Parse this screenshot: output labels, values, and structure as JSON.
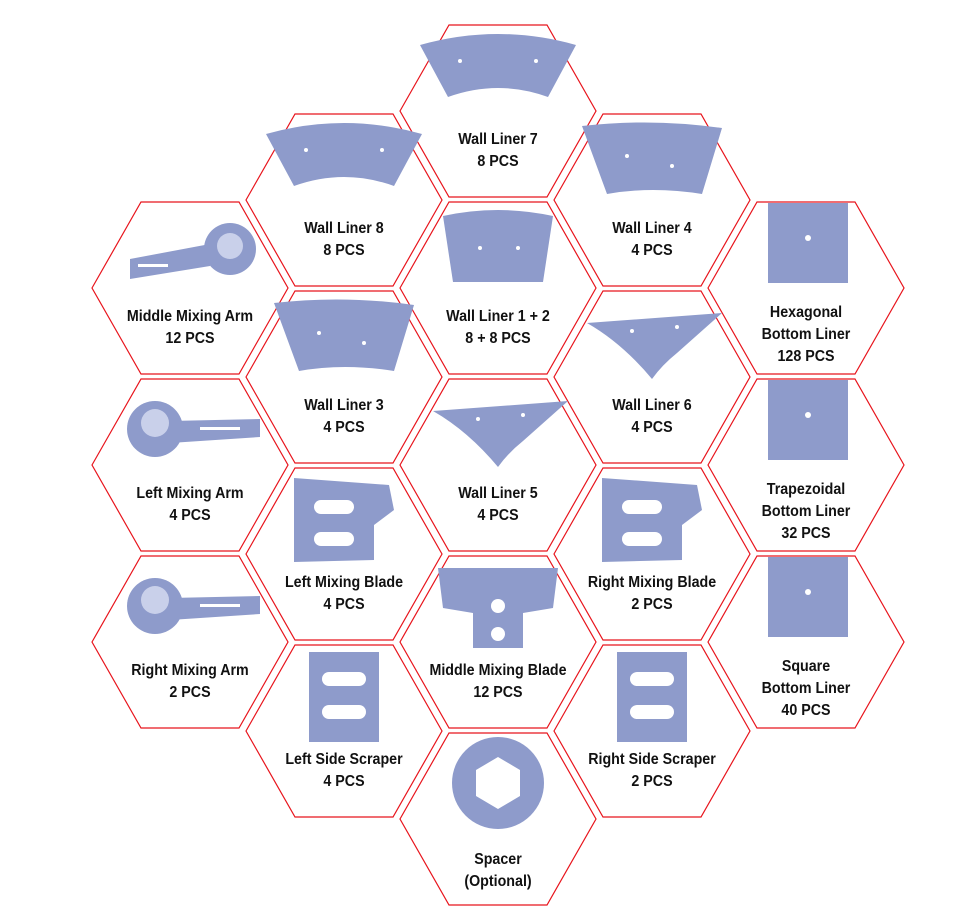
{
  "colors": {
    "hex_outline": "#e8141c",
    "part_fill": "#8e9bcb",
    "part_shade": "#7583b8",
    "text": "#111111"
  },
  "parts": [
    {
      "id": "wall-liner-7",
      "lines": [
        "Wall Liner 7",
        "8 PCS"
      ],
      "shape": "fan"
    },
    {
      "id": "wall-liner-8",
      "lines": [
        "Wall Liner 8",
        "8 PCS"
      ],
      "shape": "fan"
    },
    {
      "id": "wall-liner-4",
      "lines": [
        "Wall Liner 4",
        "4 PCS"
      ],
      "shape": "trap"
    },
    {
      "id": "middle-mixing-arm",
      "lines": [
        "Middle Mixing Arm",
        "12 PCS"
      ],
      "shape": "arm-right"
    },
    {
      "id": "wall-liner-1-2",
      "lines": [
        "Wall Liner 1 + 2",
        "8 + 8 PCS"
      ],
      "shape": "trap-curve"
    },
    {
      "id": "hexagonal-bottom-liner",
      "lines": [
        "Hexagonal",
        "Bottom Liner",
        "128 PCS"
      ],
      "shape": "square"
    },
    {
      "id": "wall-liner-3",
      "lines": [
        "Wall Liner 3",
        "4 PCS"
      ],
      "shape": "trap"
    },
    {
      "id": "wall-liner-6",
      "lines": [
        "Wall Liner 6",
        "4 PCS"
      ],
      "shape": "tri"
    },
    {
      "id": "left-mixing-arm",
      "lines": [
        "Left Mixing Arm",
        "4 PCS"
      ],
      "shape": "arm-left"
    },
    {
      "id": "wall-liner-5",
      "lines": [
        "Wall Liner 5",
        "4 PCS"
      ],
      "shape": "tri"
    },
    {
      "id": "trapezoidal-bottom-liner",
      "lines": [
        "Trapezoidal",
        "Bottom Liner",
        "32 PCS"
      ],
      "shape": "square"
    },
    {
      "id": "left-mixing-blade",
      "lines": [
        "Left Mixing Blade",
        "4 PCS"
      ],
      "shape": "blade"
    },
    {
      "id": "right-mixing-blade",
      "lines": [
        "Right Mixing Blade",
        "2 PCS"
      ],
      "shape": "blade"
    },
    {
      "id": "right-mixing-arm",
      "lines": [
        "Right Mixing Arm",
        "2 PCS"
      ],
      "shape": "arm-left"
    },
    {
      "id": "middle-mixing-blade",
      "lines": [
        "Middle Mixing Blade",
        "12 PCS"
      ],
      "shape": "mblade"
    },
    {
      "id": "square-bottom-liner",
      "lines": [
        "Square",
        "Bottom Liner",
        "40 PCS"
      ],
      "shape": "square"
    },
    {
      "id": "left-side-scraper",
      "lines": [
        "Left Side Scraper",
        "4 PCS"
      ],
      "shape": "scraper"
    },
    {
      "id": "right-side-scraper",
      "lines": [
        "Right Side Scraper",
        "2 PCS"
      ],
      "shape": "scraper"
    },
    {
      "id": "spacer",
      "lines": [
        "Spacer",
        "(Optional)"
      ],
      "shape": "ring"
    }
  ]
}
